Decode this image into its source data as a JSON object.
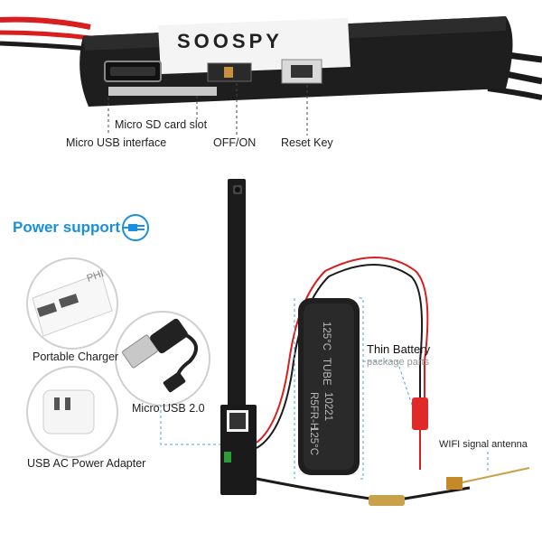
{
  "brand": "SOOSPY",
  "labels": {
    "micro_sd": "Micro SD card slot",
    "micro_usb_interface": "Micro USB interface",
    "off_on": "OFF/ON",
    "reset_key": "Reset Key",
    "power_support": "Power support",
    "portable_charger": "Portable Charger",
    "micro_usb_2": "Micro USB 2.0",
    "usb_ac_adapter": "USB AC Power Adapter",
    "thin_battery": "Thin Battery",
    "package_parts": "package parts",
    "wifi_antenna": "WIFI signal antenna"
  },
  "battery_print": [
    "125°C",
    "TUBE",
    "R5FR-H",
    "10221",
    "125°C"
  ],
  "charger_print": "PHI",
  "colors": {
    "accent_blue": "#1a8fe0",
    "dashed_line": "#4aa3d8",
    "wire_red": "#d81e1e",
    "board_black": "#1b1b1b",
    "circle_border": "#d0d0d0"
  },
  "icons": [
    "plug-icon",
    "usb-cable-icon",
    "power-bank-icon",
    "ac-adapter-icon"
  ]
}
